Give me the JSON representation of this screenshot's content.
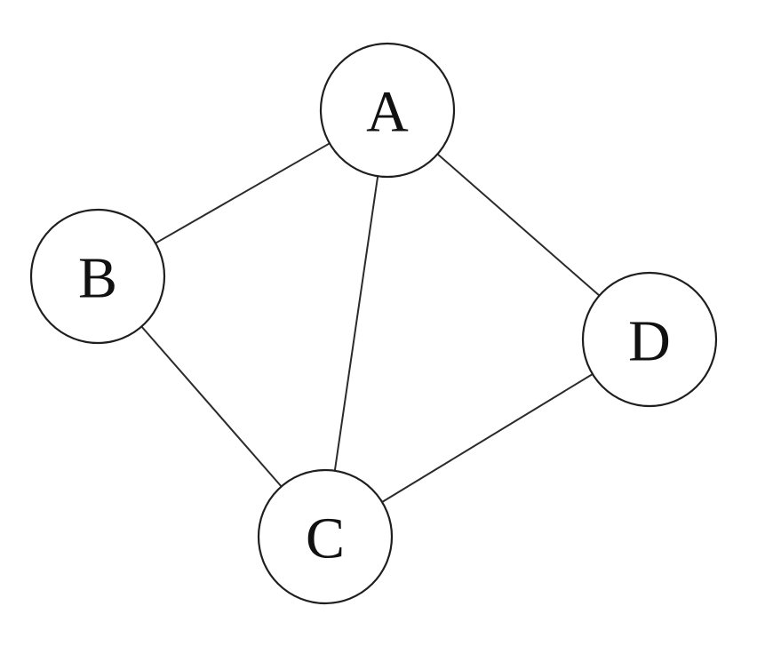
{
  "graph": {
    "type": "undirected-graph",
    "nodes": [
      {
        "id": "A",
        "label": "A"
      },
      {
        "id": "B",
        "label": "B"
      },
      {
        "id": "C",
        "label": "C"
      },
      {
        "id": "D",
        "label": "D"
      }
    ],
    "edges": [
      {
        "source": "A",
        "target": "B"
      },
      {
        "source": "A",
        "target": "C"
      },
      {
        "source": "A",
        "target": "D"
      },
      {
        "source": "B",
        "target": "C"
      },
      {
        "source": "C",
        "target": "D"
      }
    ],
    "colors": {
      "line": "#2b2b2b",
      "node_stroke": "#1f1f1f",
      "node_fill": "#ffffff",
      "text": "#111111"
    }
  }
}
